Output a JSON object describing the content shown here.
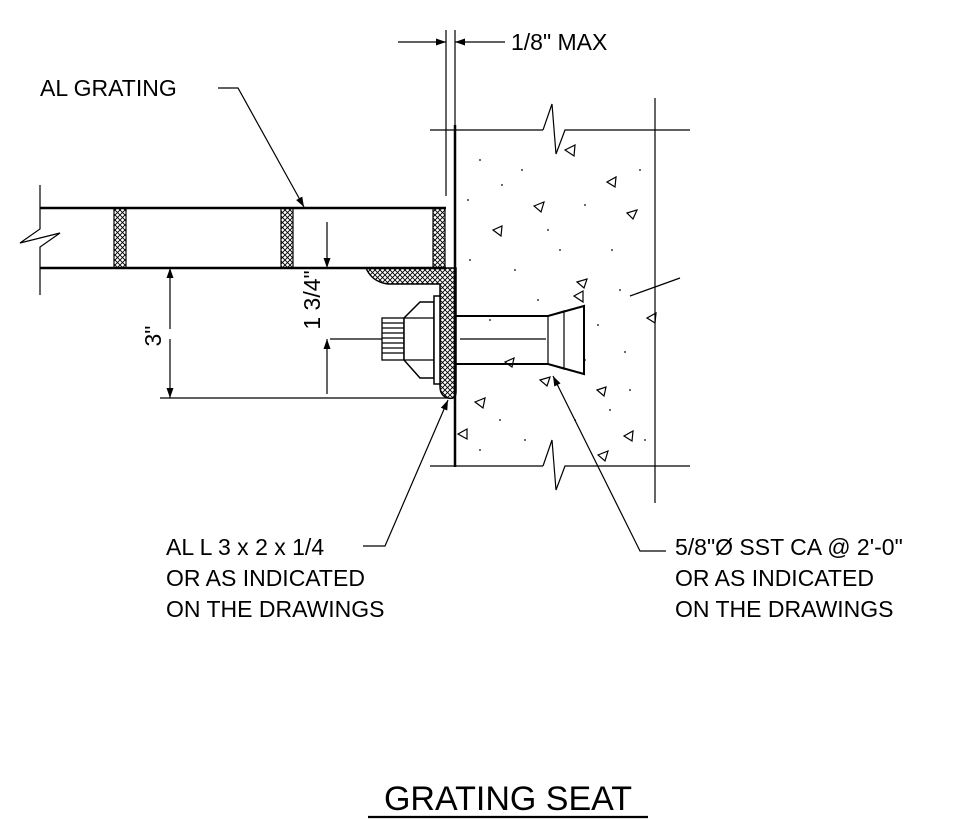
{
  "title": "GRATING SEAT",
  "labels": {
    "gap": "1/8\" MAX",
    "grating": "AL GRATING",
    "angle_line1": "AL L 3 x 2 x 1/4",
    "angle_line2": "OR AS INDICATED",
    "angle_line3": "ON THE DRAWINGS",
    "anchor_line1": "5/8\"Ø SST CA @ 2'-0\"",
    "anchor_line2": "OR AS INDICATED",
    "anchor_line3": "ON THE DRAWINGS"
  },
  "dimensions": {
    "overall_height": "3\"",
    "bolt_height": "1 3/4\""
  },
  "colors": {
    "line": "#000000",
    "background": "#ffffff"
  }
}
